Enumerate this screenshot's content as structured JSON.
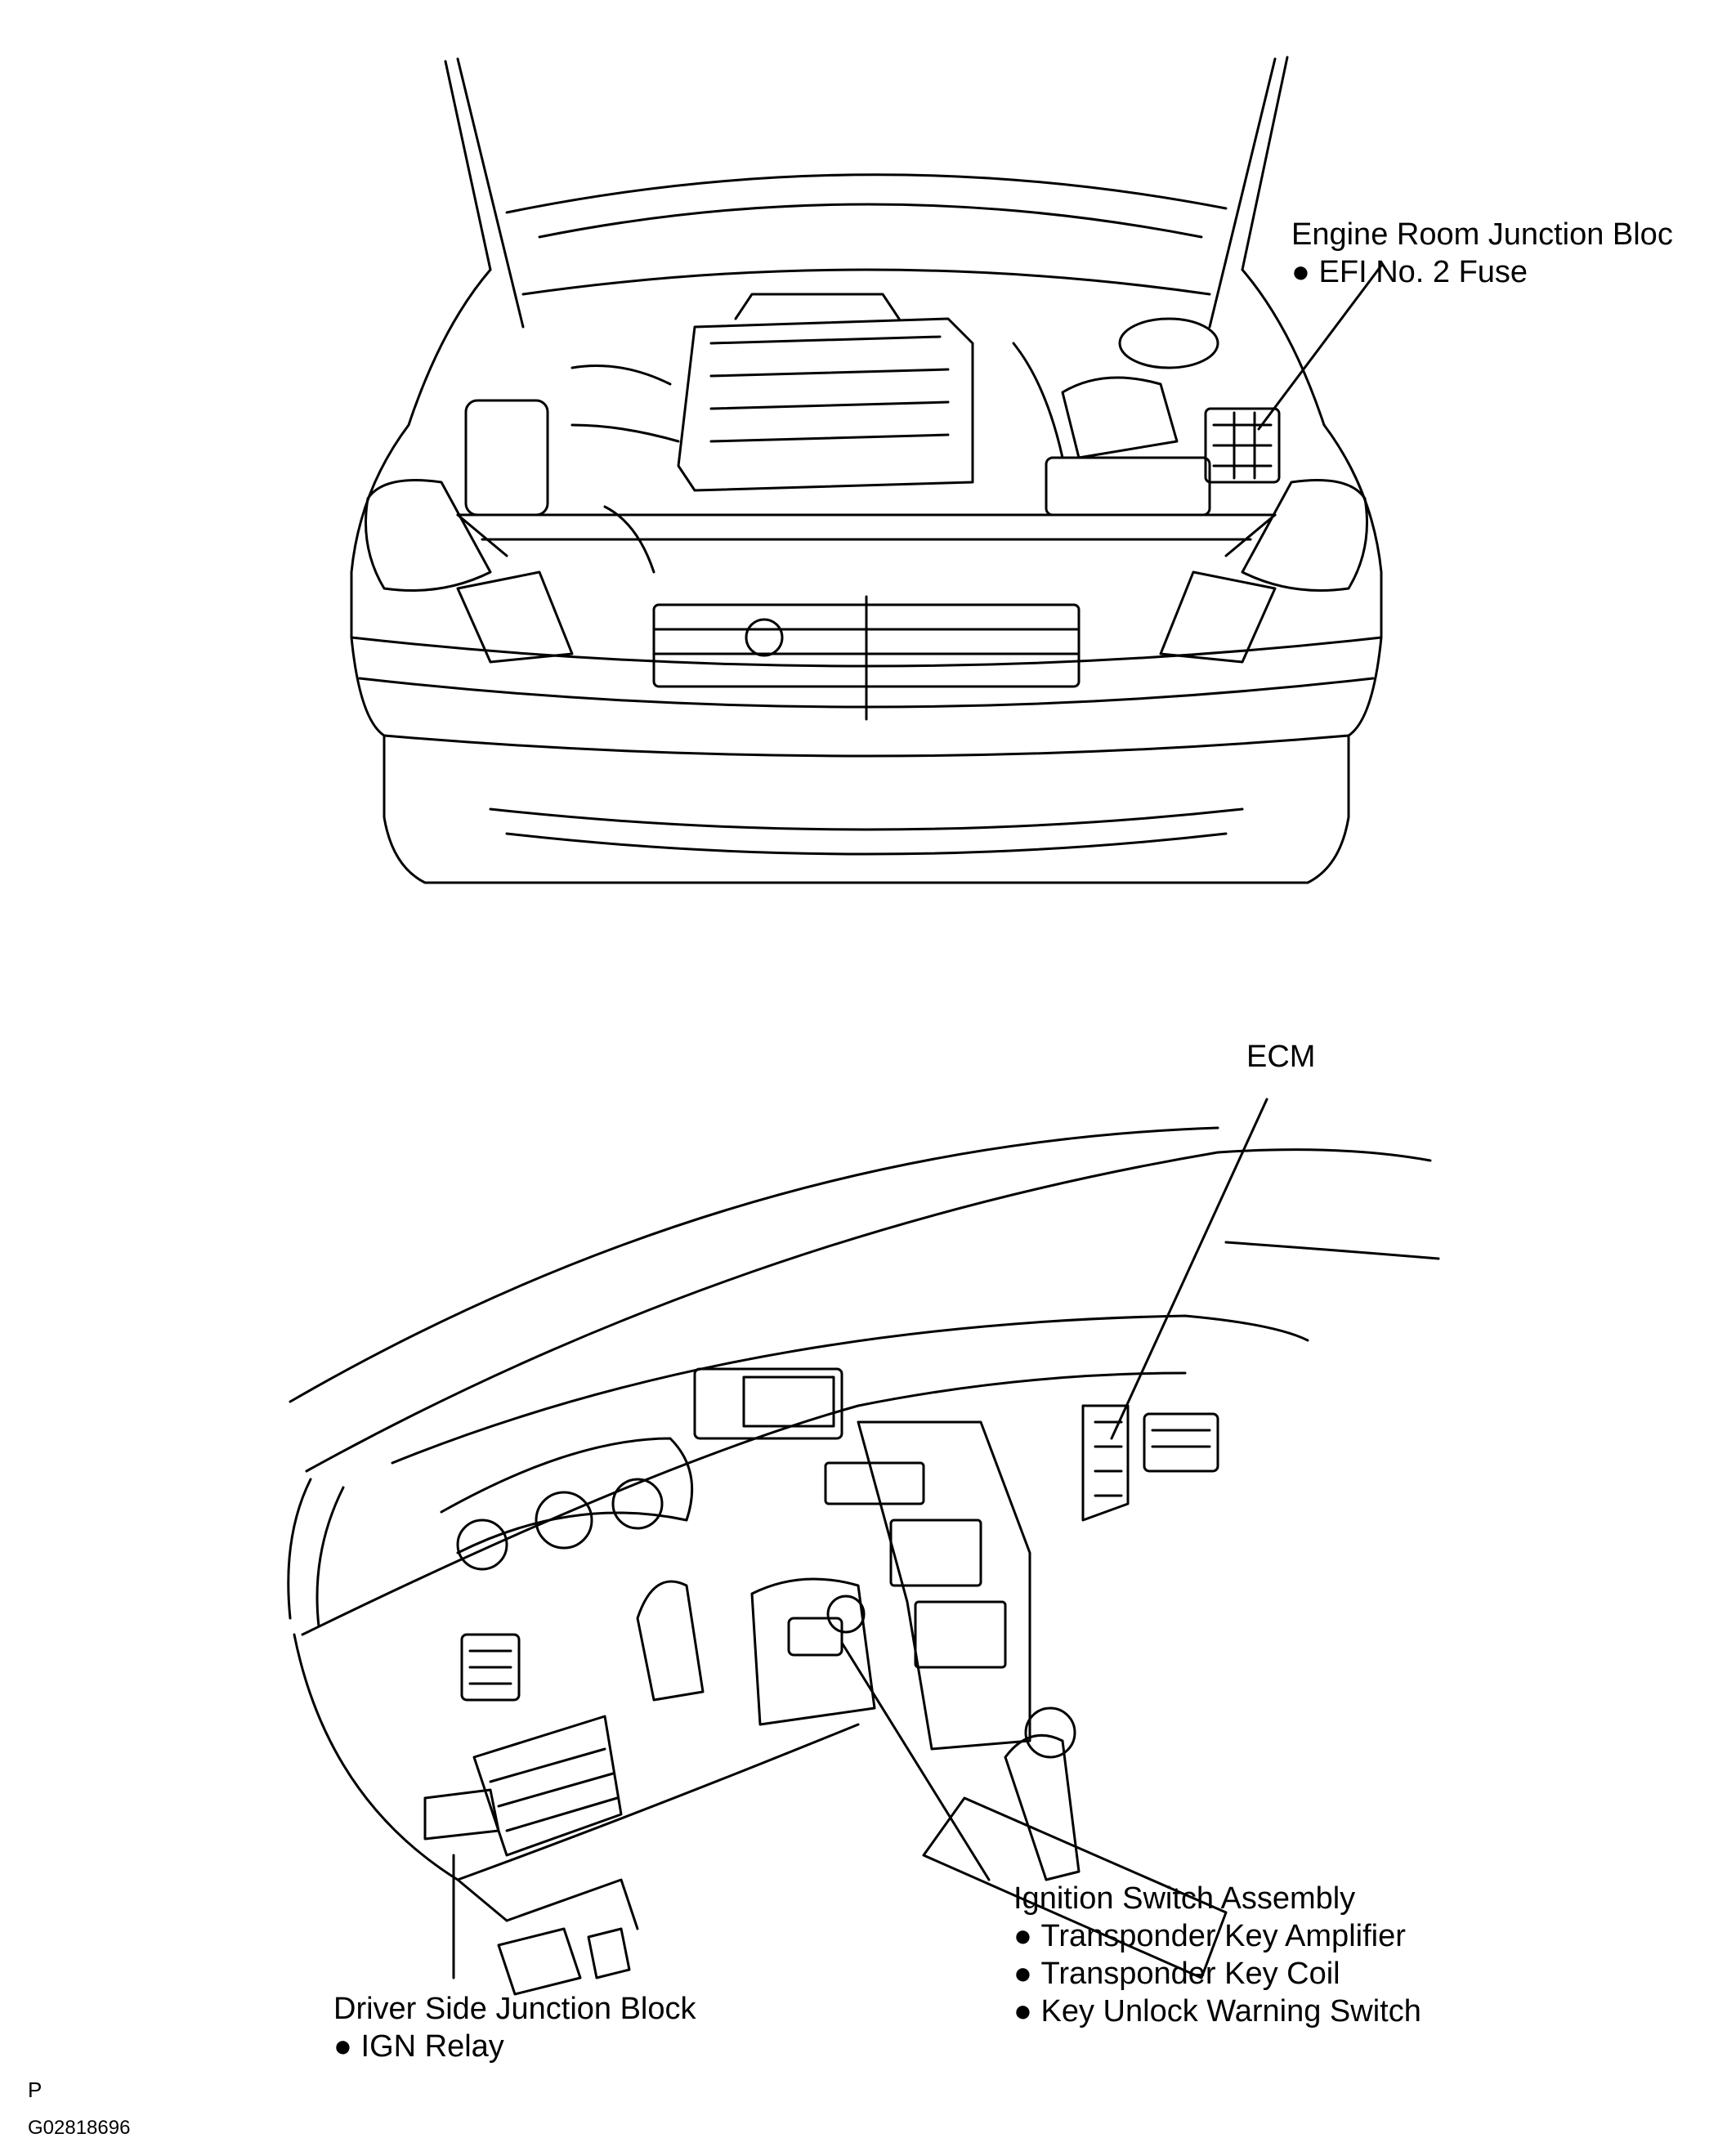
{
  "engine_room_junction_block": {
    "title": "Engine Room Junction Bloc",
    "items": [
      "EFI No. 2 Fuse"
    ]
  },
  "ecm": {
    "title": "ECM"
  },
  "ignition_switch_assembly": {
    "title": "Ignition Switch Assembly",
    "items": [
      "Transponder Key Amplifier",
      "Transponder Key Coil",
      "Key Unlock Warning Switch"
    ]
  },
  "driver_side_junction_block": {
    "title": "Driver Side Junction Block",
    "items": [
      "IGN Relay"
    ]
  },
  "footer": {
    "marker": "P",
    "figure_code": "G02818696"
  },
  "colors": {
    "line": "#000000",
    "background": "#ffffff"
  }
}
